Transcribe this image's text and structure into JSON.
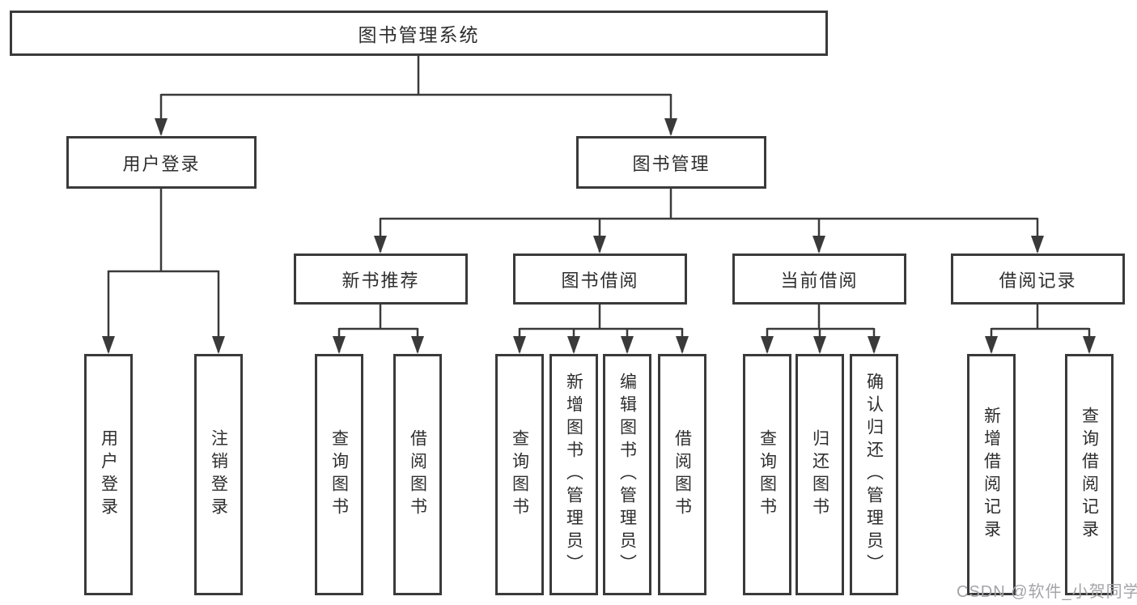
{
  "diagram_type": "hierarchy-tree",
  "colors": {
    "background": "#ffffff",
    "line": "#3a3a3a",
    "box_border": "#3a3a3a",
    "box_fill": "#ffffff",
    "text": "#2e2e2e",
    "watermark": "#a4a4a8"
  },
  "tree": {
    "label": "图书管理系统",
    "children": [
      {
        "label": "用户登录",
        "children": [
          {
            "label": "用户登录"
          },
          {
            "label": "注销登录"
          }
        ]
      },
      {
        "label": "图书管理",
        "children": [
          {
            "label": "新书推荐",
            "children": [
              {
                "label": "查询图书"
              },
              {
                "label": "借阅图书"
              }
            ]
          },
          {
            "label": "图书借阅",
            "children": [
              {
                "label": "查询图书"
              },
              {
                "label": "新增图书（管理员）"
              },
              {
                "label": "编辑图书（管理员）"
              },
              {
                "label": "借阅图书"
              }
            ]
          },
          {
            "label": "当前借阅",
            "children": [
              {
                "label": "查询图书"
              },
              {
                "label": "归还图书"
              },
              {
                "label": "确认归还（管理员）"
              }
            ]
          },
          {
            "label": "借阅记录",
            "children": [
              {
                "label": "新增借阅记录"
              },
              {
                "label": "查询借阅记录"
              }
            ]
          }
        ]
      }
    ]
  },
  "watermark": {
    "text": "CSDN @软件_小贺同学"
  }
}
